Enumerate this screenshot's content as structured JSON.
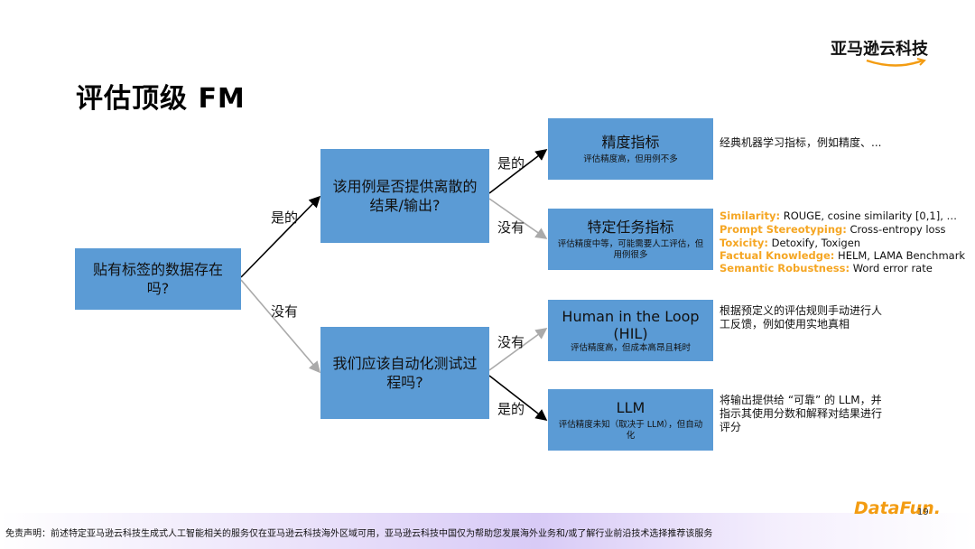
{
  "title": "评估顶级 FM",
  "brand": "亚马逊云科技",
  "nodes": {
    "root": "贴有标签的数据存在吗?",
    "discrete": "该用例是否提供离散的结果/输出?",
    "automate": "我们应该自动化测试过程吗?",
    "accuracy": {
      "main": "精度指标",
      "sub": "评估精度高，但用例不多"
    },
    "task": {
      "main": "特定任务指标",
      "sub": "评估精度中等，可能需要人工评估，但用例很多"
    },
    "hil": {
      "main": "Human in the Loop (HIL)",
      "sub": "评估精度高，但成本高昂且耗时"
    },
    "llm": {
      "main": "LLM",
      "sub": "评估精度未知（取决于 LLM），但自动化"
    }
  },
  "edges": {
    "root_yes": "是的",
    "root_no": "没有",
    "discrete_yes": "是的",
    "discrete_no": "没有",
    "automate_no": "没有",
    "automate_yes": "是的"
  },
  "descriptions": {
    "accuracy": "经典机器学习指标，例如精度、...",
    "hil": "根据预定义的评估规则手动进行人工反馈，例如使用实地真相",
    "llm": "将输出提供给 “可靠” 的 LLM，并指示其使用分数和解释对结果进行评分"
  },
  "metrics": [
    {
      "key": "Similarity:",
      "value": " ROUGE, cosine similarity [0,1], …"
    },
    {
      "key": "Prompt Stereotyping:",
      "value": " Cross-entropy loss"
    },
    {
      "key": "Toxicity:",
      "value": " Detoxify, Toxigen"
    },
    {
      "key": "Factual Knowledge:",
      "value": " HELM, LAMA Benchmark"
    },
    {
      "key": "Semantic Robustness:",
      "value": " Word error rate"
    }
  ],
  "colors": {
    "box": "#5b9bd5",
    "accent": "#f5a623",
    "arrow_yes": "#000000",
    "arrow_no": "#aaaaaa"
  },
  "footer": {
    "disclaimer": "免责声明：前述特定亚马逊云科技生成式人工智能相关的服务仅在亚马逊云科技海外区域可用，亚马逊云科技中国仅为帮助您发展海外业务和/或了解行业前沿技术选择推荐该服务",
    "logo": "DataFun.",
    "page": "19"
  }
}
